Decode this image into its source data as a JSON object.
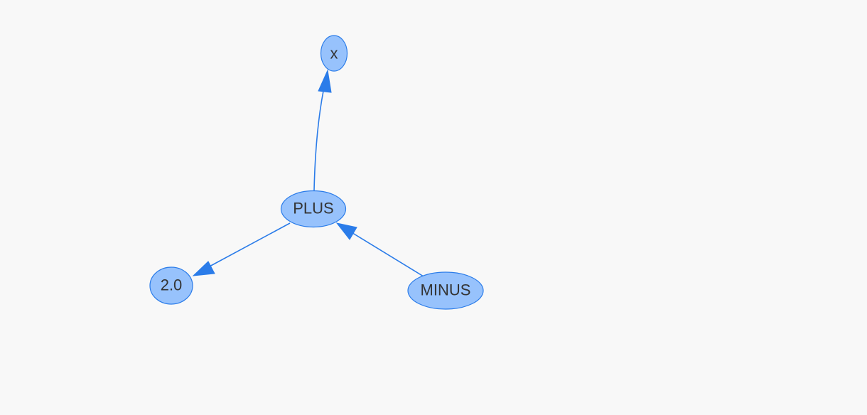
{
  "graph": {
    "colors": {
      "background": "#f8f8f8",
      "node_fill": "#97c2fc",
      "node_border": "#2b7ce9",
      "edge": "#2b7ce9",
      "label": "#343434"
    },
    "nodes": [
      {
        "id": "x",
        "label": "x"
      },
      {
        "id": "plus",
        "label": "PLUS"
      },
      {
        "id": "two",
        "label": "2.0"
      },
      {
        "id": "minus",
        "label": "MINUS"
      }
    ],
    "edges": [
      {
        "from": "plus",
        "to": "x",
        "arrow": "to"
      },
      {
        "from": "plus",
        "to": "two",
        "arrow": "to"
      },
      {
        "from": "minus",
        "to": "plus",
        "arrow": "to"
      }
    ]
  }
}
